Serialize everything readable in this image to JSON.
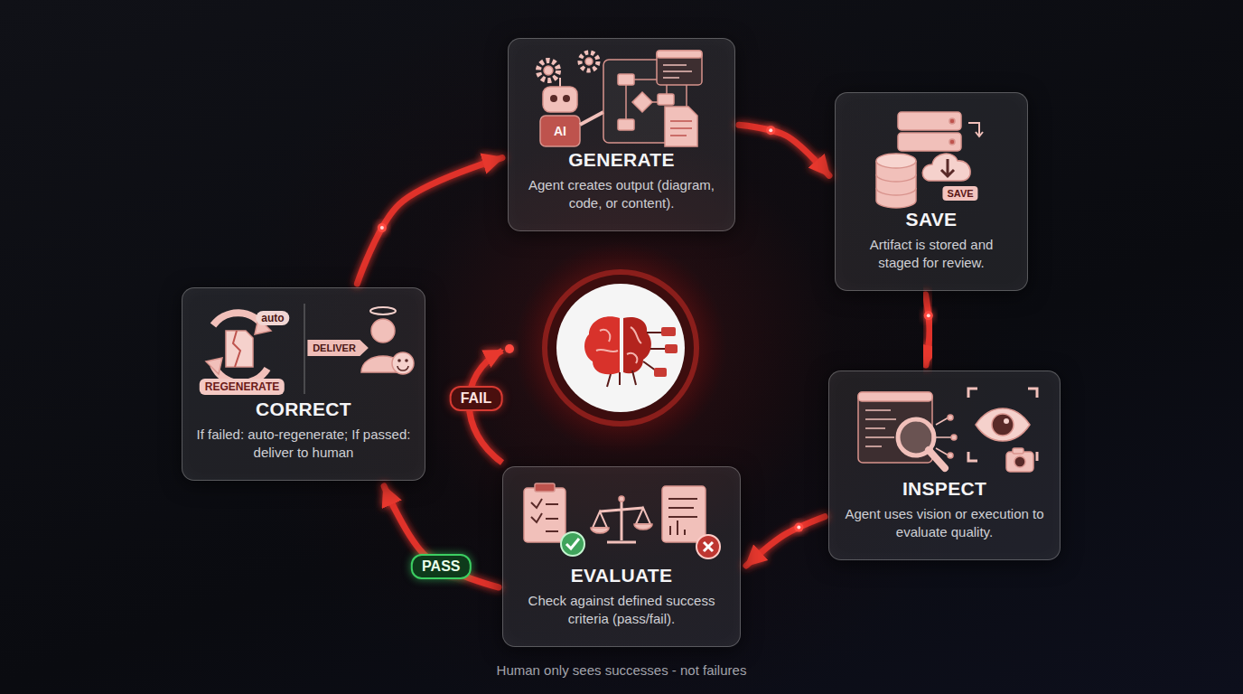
{
  "diagram": {
    "caption": "Human only sees successes - not failures",
    "nodes": [
      {
        "text": [
          "GENERATE",
          "Agent creates output (diagram, code, or content)."
        ]
      },
      {
        "text": [
          "SAVE",
          "Artifact is stored and staged for review."
        ]
      },
      {
        "text": [
          "INSPECT",
          "Agent uses vision or execution to evaluate quality."
        ]
      },
      {
        "text": [
          "EVALUATE",
          "Check against defined success criteria (pass/fail)."
        ]
      },
      {
        "text": [
          "CORRECT",
          "If failed: auto-regenerate; If passed: deliver to human"
        ]
      }
    ],
    "edges": [
      {
        "from": 0,
        "to": 1,
        "arrow": "to"
      },
      {
        "from": 1,
        "to": 2,
        "arrow": "to"
      },
      {
        "from": 2,
        "to": 3,
        "arrow": "to"
      },
      {
        "from": 3,
        "to": 4,
        "label": "PASS",
        "arrow": "to"
      },
      {
        "from": 4,
        "to": 0,
        "arrow": "to"
      }
    ],
    "labels": [
      "AI",
      "SAVE",
      "auto",
      "REGENERATE",
      "DELIVER",
      "FAIL"
    ]
  }
}
